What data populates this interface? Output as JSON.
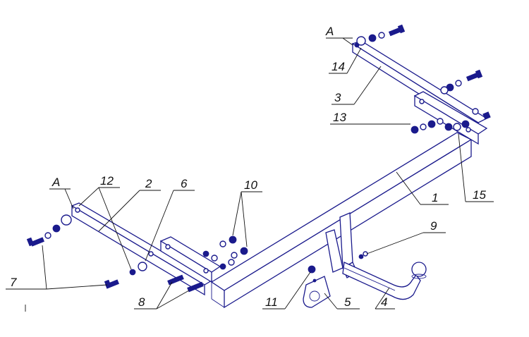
{
  "labels": {
    "a_right": "A",
    "a_left": "A",
    "p1": "1",
    "p2": "2",
    "p3": "3",
    "p4": "4",
    "p5": "5",
    "p6": "6",
    "p7": "7",
    "p8": "8",
    "p9": "9",
    "p10": "10",
    "p11": "11",
    "p12": "12",
    "p13": "13",
    "p14": "14",
    "p15": "15"
  }
}
